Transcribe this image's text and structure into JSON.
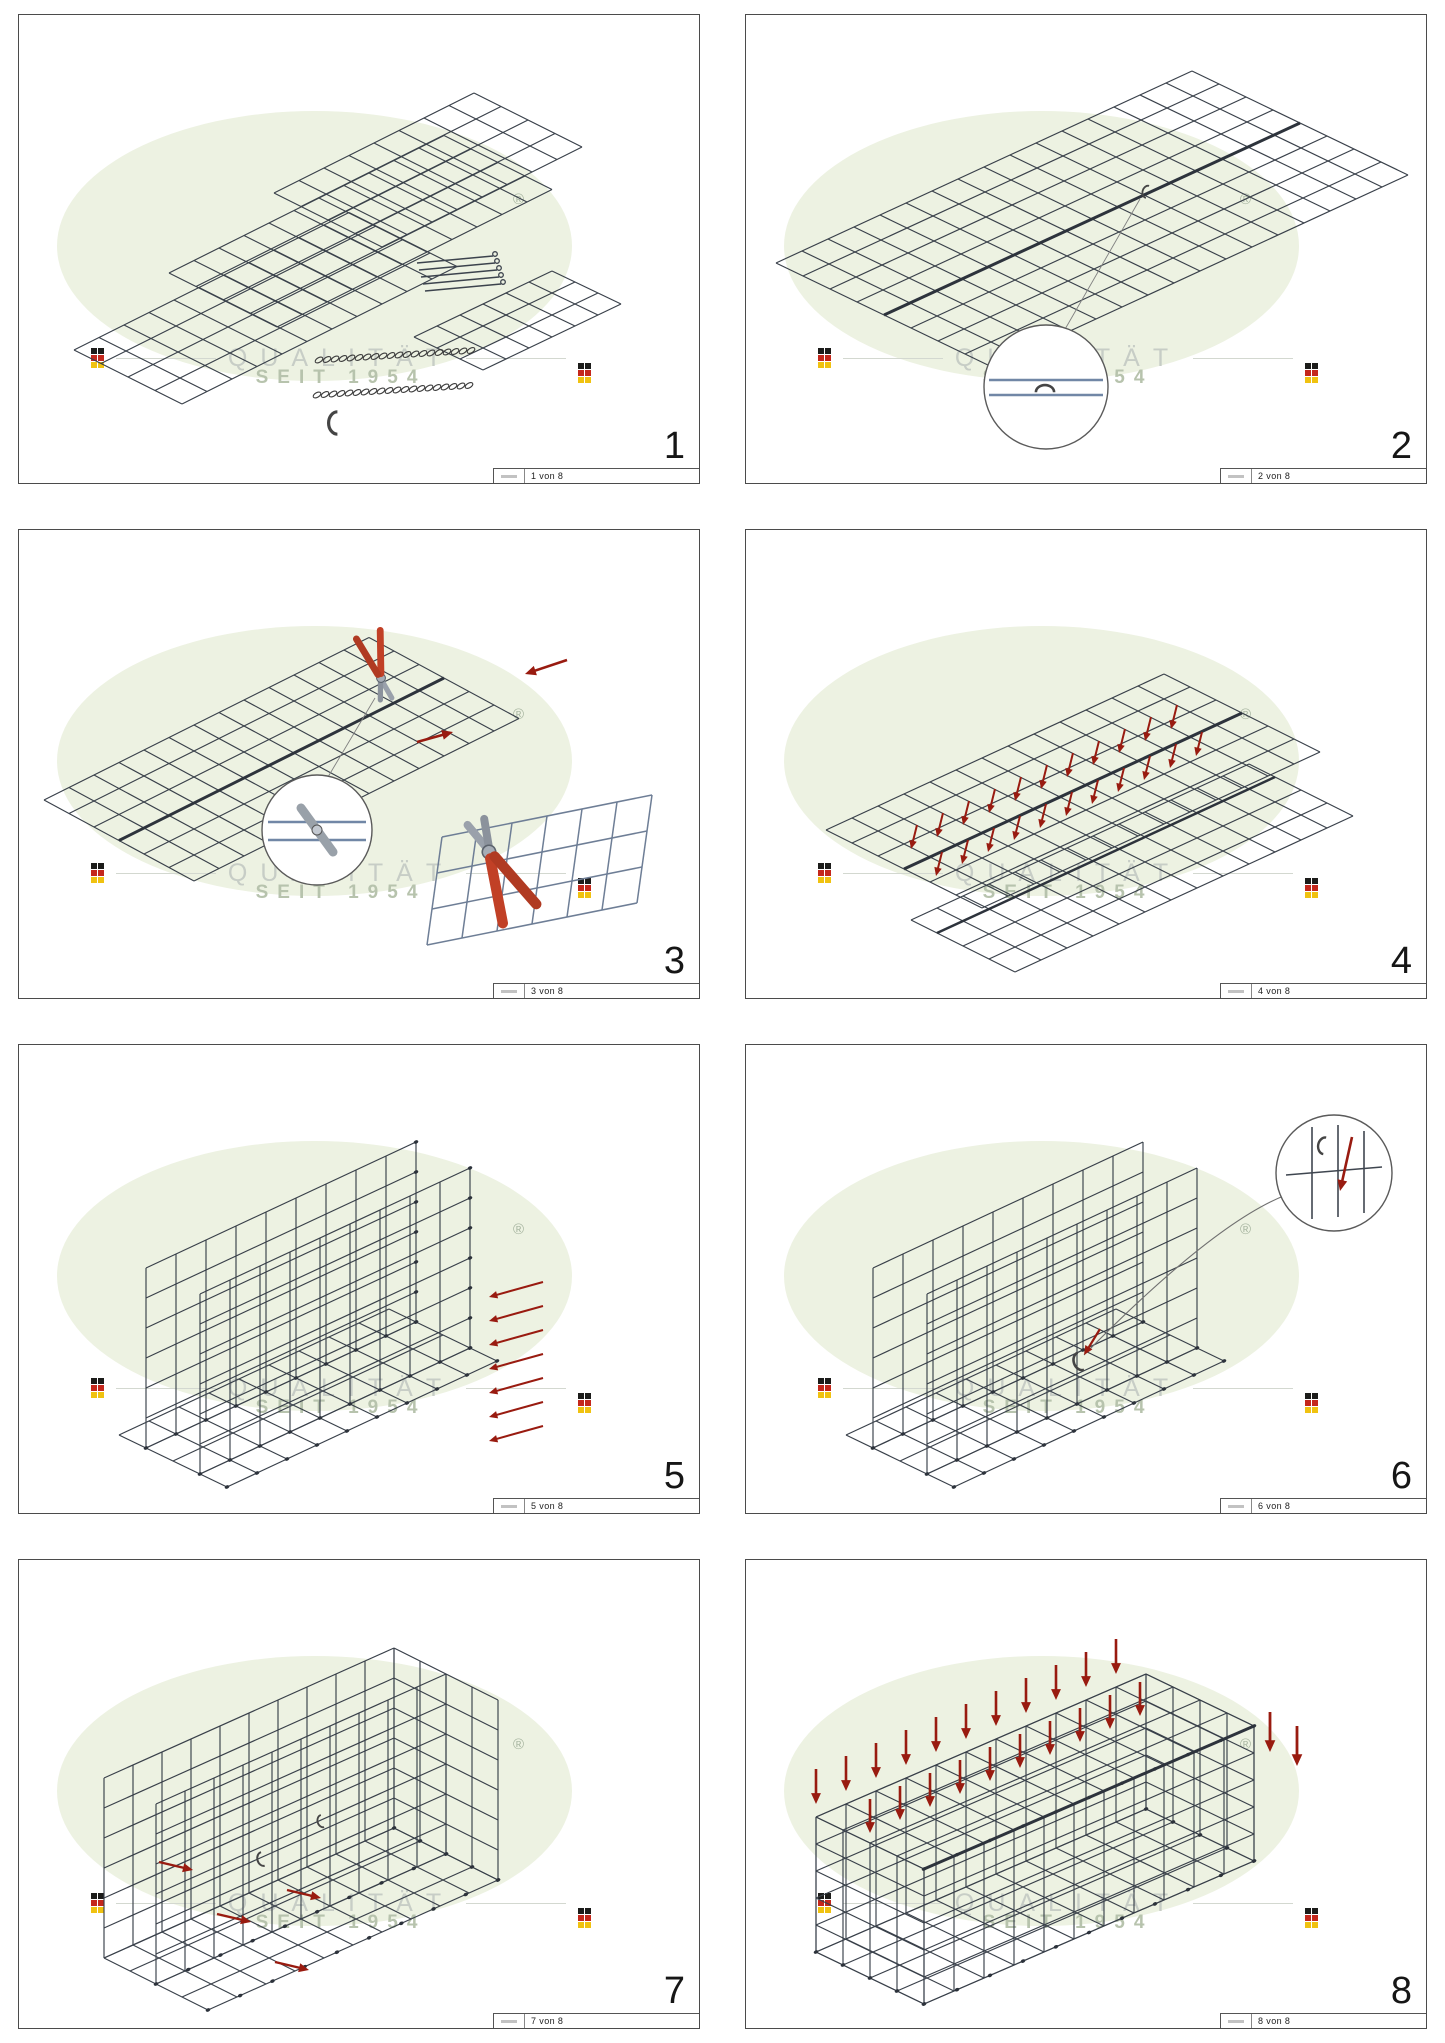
{
  "watermark": {
    "registered": "®",
    "quality": "QUALITÄT",
    "since": "SEIT 1954"
  },
  "steps": [
    {
      "num": "1",
      "sheet": "1 von 8"
    },
    {
      "num": "2",
      "sheet": "2 von 8"
    },
    {
      "num": "3",
      "sheet": "3 von 8"
    },
    {
      "num": "4",
      "sheet": "4 von 8"
    },
    {
      "num": "5",
      "sheet": "5 von 8"
    },
    {
      "num": "6",
      "sheet": "6 von 8"
    },
    {
      "num": "7",
      "sheet": "7 von 8"
    },
    {
      "num": "8",
      "sheet": "8 von 8"
    }
  ]
}
